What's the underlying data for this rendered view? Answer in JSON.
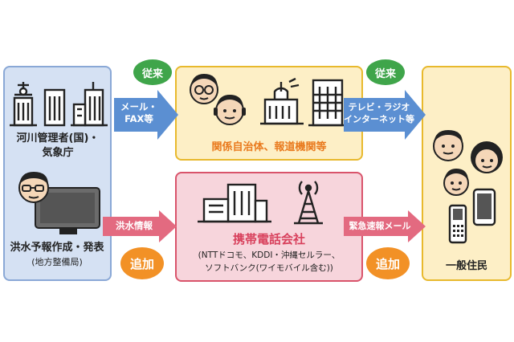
{
  "colors": {
    "blue_box_fill": "#d5e1f3",
    "blue_box_border": "#8aa8d6",
    "yellow_box_fill": "#fdefc6",
    "yellow_box_border": "#e8b92d",
    "pink_box_fill": "#f7d5dc",
    "pink_box_border": "#d9546b",
    "blue_arrow": "#5b8fd2",
    "pink_arrow": "#e36a80",
    "green_bubble": "#3fa54a",
    "orange_bubble": "#f29126",
    "orange_text": "#e97a1e",
    "pink_text": "#d8405c"
  },
  "river_admin": {
    "label_line1": "河川管理者(国)・",
    "label_line2": "気象庁"
  },
  "forecaster": {
    "label_line1": "洪水予報作成・発表",
    "label_line2": "(地方整備局)"
  },
  "local_gov": {
    "label": "関係自治体、報道機関等"
  },
  "carrier": {
    "label": "携帯電話会社",
    "sub_line1": "(NTTドコモ、KDDI・沖縄セルラー、",
    "sub_line2": "ソフトバンク(ワイモバイル含む))"
  },
  "residents": {
    "label": "一般住民"
  },
  "arrows": {
    "mail_fax_line1": "メール・",
    "mail_fax_line2": "FAX等",
    "tv_radio_line1": "テレビ・ラジオ",
    "tv_radio_line2": "インターネット等",
    "flood_info": "洪水情報",
    "emergency_mail": "緊急速報メール"
  },
  "badges": {
    "existing1": "従来",
    "existing2": "従来",
    "added1": "追加",
    "added2": "追加"
  },
  "icons": [
    "government-buildings-icon",
    "meteorology-agency-icon",
    "officer-icon",
    "computer-monitor-icon",
    "people-faces-icon",
    "broadcast-station-icon",
    "office-building-icon",
    "cell-tower-icon",
    "mobile-phone-icon",
    "smartphone-icon",
    "residents-faces-icon"
  ]
}
